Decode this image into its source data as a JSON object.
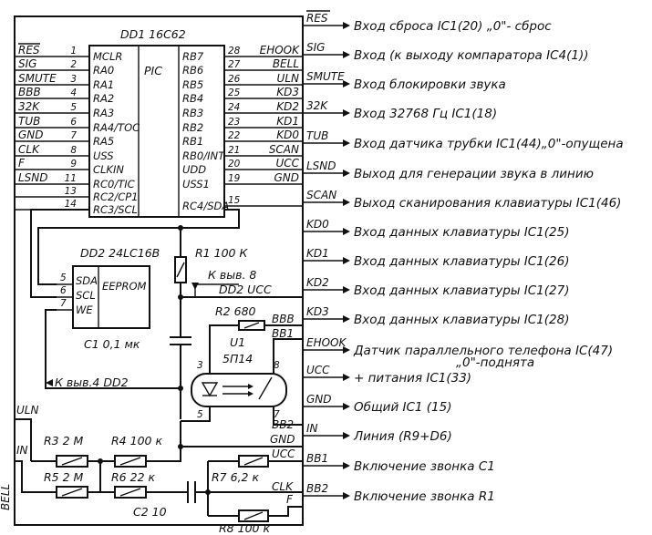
{
  "chips": {
    "dd1": {
      "title": "DD1  16C62",
      "core": "PIC",
      "left_pins": [
        {
          "num": "1",
          "name": "MCLR",
          "net": "RES"
        },
        {
          "num": "2",
          "name": "RA0",
          "net": "SIG"
        },
        {
          "num": "3",
          "name": "RA1",
          "net": "SMUTE"
        },
        {
          "num": "4",
          "name": "RA2",
          "net": "BBB"
        },
        {
          "num": "5",
          "name": "RA3",
          "net": "32K"
        },
        {
          "num": "6",
          "name": "RA4/TOC",
          "net": "TUB"
        },
        {
          "num": "7",
          "name": "RA5",
          "net": "GND"
        },
        {
          "num": "8",
          "name": "USS",
          "net": "CLK"
        },
        {
          "num": "9",
          "name": "CLKIN",
          "net": "F"
        },
        {
          "num": "11",
          "name": "RC0/TIC",
          "net": "LSND"
        },
        {
          "num": "13",
          "name": "RC2/CP1",
          "net": ""
        },
        {
          "num": "14",
          "name": "RC3/SCL",
          "net": ""
        }
      ],
      "right_pins": [
        {
          "num": "28",
          "name": "RB7",
          "net": "EHOOK"
        },
        {
          "num": "27",
          "name": "RB6",
          "net": "BELL"
        },
        {
          "num": "26",
          "name": "RB5",
          "net": "ULN"
        },
        {
          "num": "25",
          "name": "RB4",
          "net": "KD3"
        },
        {
          "num": "24",
          "name": "RB3",
          "net": "KD2"
        },
        {
          "num": "23",
          "name": "RB2",
          "net": "KD1"
        },
        {
          "num": "22",
          "name": "RB1",
          "net": "KD0"
        },
        {
          "num": "21",
          "name": "RB0/INT",
          "net": "SCAN"
        },
        {
          "num": "20",
          "name": "UDD",
          "net": "UCC"
        },
        {
          "num": "19",
          "name": "USS1",
          "net": "GND"
        },
        {
          "num": "15",
          "name": "RC4/SDA",
          "net": ""
        }
      ]
    },
    "dd2": {
      "title": "DD2  24LC16B",
      "core": "EEPROM",
      "pins": [
        {
          "num": "5",
          "name": "SDA"
        },
        {
          "num": "6",
          "name": "SCL"
        },
        {
          "num": "7",
          "name": "WE"
        }
      ]
    },
    "u1": {
      "title": "U1",
      "part": "5П14",
      "pins": [
        "3",
        "5",
        "8",
        "7"
      ]
    }
  },
  "components": {
    "r1": "R1   100 К",
    "c1": "C1   0,1 мк",
    "r2": "R2  680",
    "r3": "R3   2 М",
    "r4": "R4   100 к",
    "r5": "R5   2 М",
    "r6": "R6   22 к",
    "r7": "R7  6,2 к",
    "r8": "R8   100 к",
    "c2": "C2    10"
  },
  "notes": {
    "k_pin8": "К выв. 8",
    "dd2_ucc": "DD2    UCC",
    "k_pin4": "К выв.4  DD2"
  },
  "left_nets": {
    "uln": "ULN",
    "in": "IN",
    "bell": "BELL"
  },
  "right_bottom_pins": [
    {
      "pin": "BBB"
    },
    {
      "pin": "BB1"
    },
    {
      "pin": "BB2"
    },
    {
      "pin": "GND"
    },
    {
      "pin": "UCC"
    },
    {
      "pin": "CLK"
    },
    {
      "pin": "F"
    }
  ],
  "signals": [
    {
      "name": "RES",
      "desc": "Вход сброса IC1(20) „0\"- сброс"
    },
    {
      "name": "SIG",
      "desc": "Вход (к выходу компаратора IC4(1))"
    },
    {
      "name": "SMUTE",
      "desc": "Вход блокировки звука"
    },
    {
      "name": "32K",
      "desc": "Вход 32768 Гц IC1(18)"
    },
    {
      "name": "TUB",
      "desc": "Вход датчика трубки IC1(44)„0\"-опущена"
    },
    {
      "name": "LSND",
      "desc": "Выход для генерации звука в линию"
    },
    {
      "name": "SCAN",
      "desc": "Выход сканирования клавиатуры IC1(46)"
    },
    {
      "name": "KD0",
      "desc": "Вход данных клавиатуры IC1(25)"
    },
    {
      "name": "KD1",
      "desc": "Вход данных клавиатуры IC1(26)"
    },
    {
      "name": "KD2",
      "desc": "Вход данных клавиатуры IC1(27)"
    },
    {
      "name": "KD3",
      "desc": "Вход данных клавиатуры IC1(28)"
    },
    {
      "name": "EHOOK",
      "desc": "Датчик параллельного телефона IC(47)",
      "desc2": "„0\"-поднята"
    },
    {
      "name": "UCC",
      "desc": "+ питания IC1(33)"
    },
    {
      "name": "GND",
      "desc": "Общий IC1 (15)"
    },
    {
      "name": "IN",
      "desc": "Линия (R9+D6)"
    },
    {
      "name": "BB1",
      "desc": "Включение звонка C1"
    },
    {
      "name": "BB2",
      "desc": "Включение звонка R1"
    }
  ]
}
